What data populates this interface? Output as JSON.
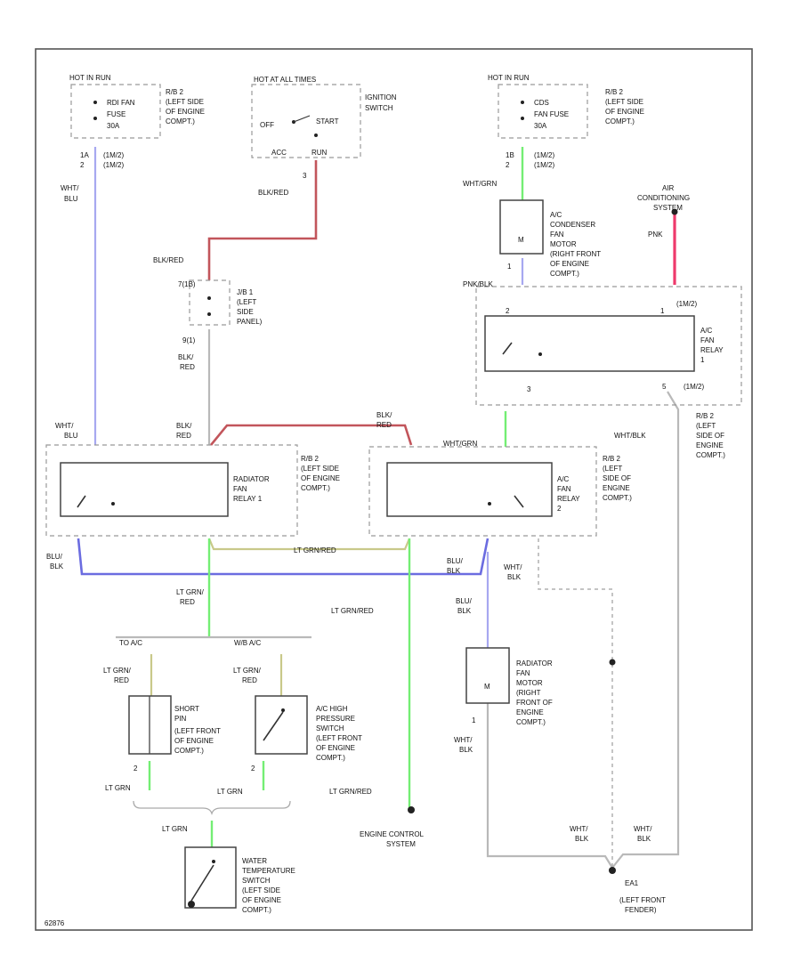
{
  "hot_fuse_left": {
    "header": "HOT IN RUN",
    "lines": [
      "RDI FAN",
      "FUSE",
      "30A"
    ],
    "loc": [
      "R/B 2",
      "(LEFT SIDE",
      "OF ENGINE",
      "COMPT.)"
    ],
    "pin": [
      "1A",
      "2"
    ],
    "conn": [
      "(1M/2)",
      "(1M/2)"
    ]
  },
  "ign_switch": {
    "header": "HOT AT ALL TIMES",
    "name": [
      "IGNITION",
      "SWITCH"
    ],
    "off": "OFF",
    "start": "START",
    "acc": "ACC",
    "run": "RUN",
    "pin": "3",
    "wire": "BLK/RED"
  },
  "hot_fuse_right": {
    "header": "HOT IN RUN",
    "lines": [
      "CDS",
      "FAN FUSE",
      "30A"
    ],
    "loc": [
      "R/B 2",
      "(LEFT SIDE",
      "OF ENGINE",
      "COMPT.)"
    ],
    "pin": [
      "1B",
      "2"
    ],
    "conn": [
      "(1M/2)",
      "(1M/2)"
    ]
  },
  "ac_cond_motor": {
    "name": [
      "A/C",
      "CONDENSER",
      "FAN",
      "MOTOR",
      "(RIGHT FRONT",
      "OF ENGINE",
      "COMPT.)"
    ],
    "sym": "M",
    "wire_top": "WHT/GRN",
    "pin": "1",
    "wire_out": "PNK/BLK"
  },
  "ac_system": {
    "name": [
      "AIR",
      "CONDITIONING",
      "SYSTEM"
    ],
    "wire": "PNK"
  },
  "jb1": {
    "name": [
      "J/B 1",
      "(LEFT",
      "SIDE",
      "PANEL)"
    ],
    "pin_in": "7(1B)",
    "pin_out": "9(1)",
    "wire_in": "BLK/RED",
    "wire_out": [
      "BLK/",
      "RED"
    ]
  },
  "ac_fan_relay1": {
    "name": [
      "A/C",
      "FAN",
      "RELAY",
      "1"
    ],
    "pin_top": [
      "2",
      "1"
    ],
    "conn_top": "(1M/2)",
    "conn_bot": "(1M/2)",
    "pin_bot": [
      "3",
      "5"
    ],
    "loc": [
      "R/B 2",
      "(LEFT",
      "SIDE OF",
      "ENGINE",
      "COMPT.)"
    ],
    "wire": "WHT/BLK"
  },
  "rad_fan_relay1": {
    "name": [
      "RADIATOR",
      "FAN",
      "RELAY 1"
    ],
    "loc": [
      "R/B 2",
      "(LEFT SIDE",
      "OF ENGINE",
      "COMPT.)"
    ],
    "wire_l": [
      "WHT/",
      "BLU"
    ],
    "wire_r": [
      "BLK/",
      "RED"
    ]
  },
  "ac_fan_relay2": {
    "name": [
      "A/C",
      "FAN",
      "RELAY",
      "2"
    ],
    "loc": [
      "R/B 2",
      "(LEFT",
      "SIDE OF",
      "ENGINE",
      "COMPT.)"
    ],
    "wire_top": "WHT/GRN",
    "wire_bk": [
      "BLK/",
      "RED"
    ]
  },
  "wires": {
    "wht_blu": [
      "WHT/",
      "BLU"
    ],
    "blu_blk_l": [
      "BLU/",
      "BLK"
    ],
    "blu_blk_r": [
      "BLU/",
      "BLK"
    ],
    "lt_grn_red_mid": "LT GRN/RED",
    "lt_grn_red_v": "LT GRN/RED",
    "lt_grn_red_l": [
      "LT GRN/",
      "RED"
    ],
    "wht_blk_r": [
      "WHT/",
      "BLK"
    ],
    "blu_blk_v": [
      "BLU/",
      "BLK"
    ],
    "wht_blk": "WHT/BLK"
  },
  "split": {
    "left": "TO A/C",
    "right": "W/B A/C"
  },
  "short_pin": {
    "wire": [
      "LT GRN/",
      "RED"
    ],
    "name": [
      "SHORT",
      "PIN",
      "(LEFT FRONT",
      "OF ENGINE",
      "COMPT.)"
    ],
    "pin": "2",
    "wire_out": "LT GRN"
  },
  "hp_switch": {
    "wire": [
      "LT GRN/",
      "RED"
    ],
    "name": [
      "A/C HIGH",
      "PRESSURE",
      "SWITCH",
      "(LEFT FRONT",
      "OF ENGINE",
      "COMPT.)"
    ],
    "pin": "2",
    "wire_out": "LT GRN"
  },
  "rad_fan_motor": {
    "sym": "M",
    "name": [
      "RADIATOR",
      "FAN",
      "MOTOR",
      "(RIGHT",
      "FRONT OF",
      "ENGINE",
      "COMPT.)"
    ],
    "pin": "1",
    "wire": [
      "WHT/",
      "BLK"
    ]
  },
  "engine_ctrl": {
    "wire": "LT GRN/RED",
    "name": [
      "ENGINE CONTROL",
      "SYSTEM"
    ]
  },
  "water_temp": {
    "wire": "LT GRN",
    "name": [
      "WATER",
      "TEMPERATURE",
      "SWITCH",
      "(LEFT SIDE",
      "OF ENGINE",
      "COMPT.)"
    ]
  },
  "ground": {
    "name": [
      "EA1",
      "(LEFT FRONT",
      "FENDER)"
    ],
    "wire_l": [
      "WHT/",
      "BLK"
    ],
    "wire_r": [
      "WHT/",
      "BLK"
    ]
  },
  "footer_code": "62876"
}
